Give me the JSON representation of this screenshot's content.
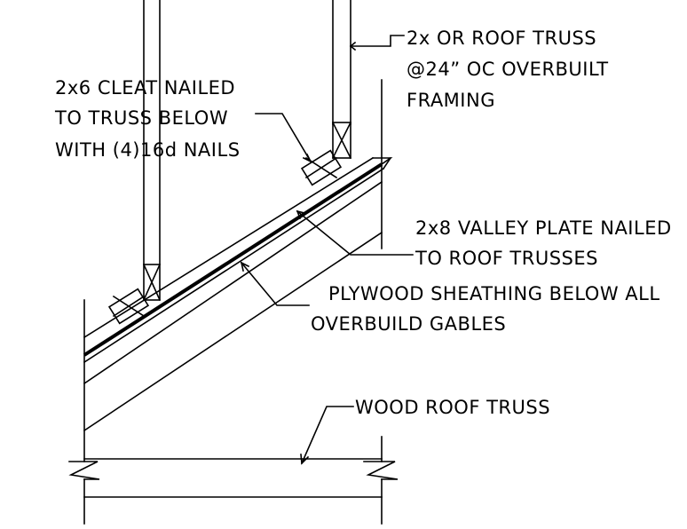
{
  "labels": {
    "top_truss": [
      "2x OR ROOF TRUSS",
      "@24” OC OVERBUILT",
      "FRAMING"
    ],
    "cleat": [
      "2x6 CLEAT NAILED",
      "TO TRUSS BELOW",
      "WITH (4)16d NAILS"
    ],
    "valley_plate": [
      "2x8 VALLEY PLATE NAILED",
      "TO ROOF TRUSSES"
    ],
    "sheathing": [
      "PLYWOOD SHEATHING BELOW ALL",
      "OVERBUILD GABLES"
    ],
    "wood_truss": "WOOD ROOF TRUSS"
  },
  "colors": {
    "line": "#000000",
    "background": "#ffffff"
  }
}
